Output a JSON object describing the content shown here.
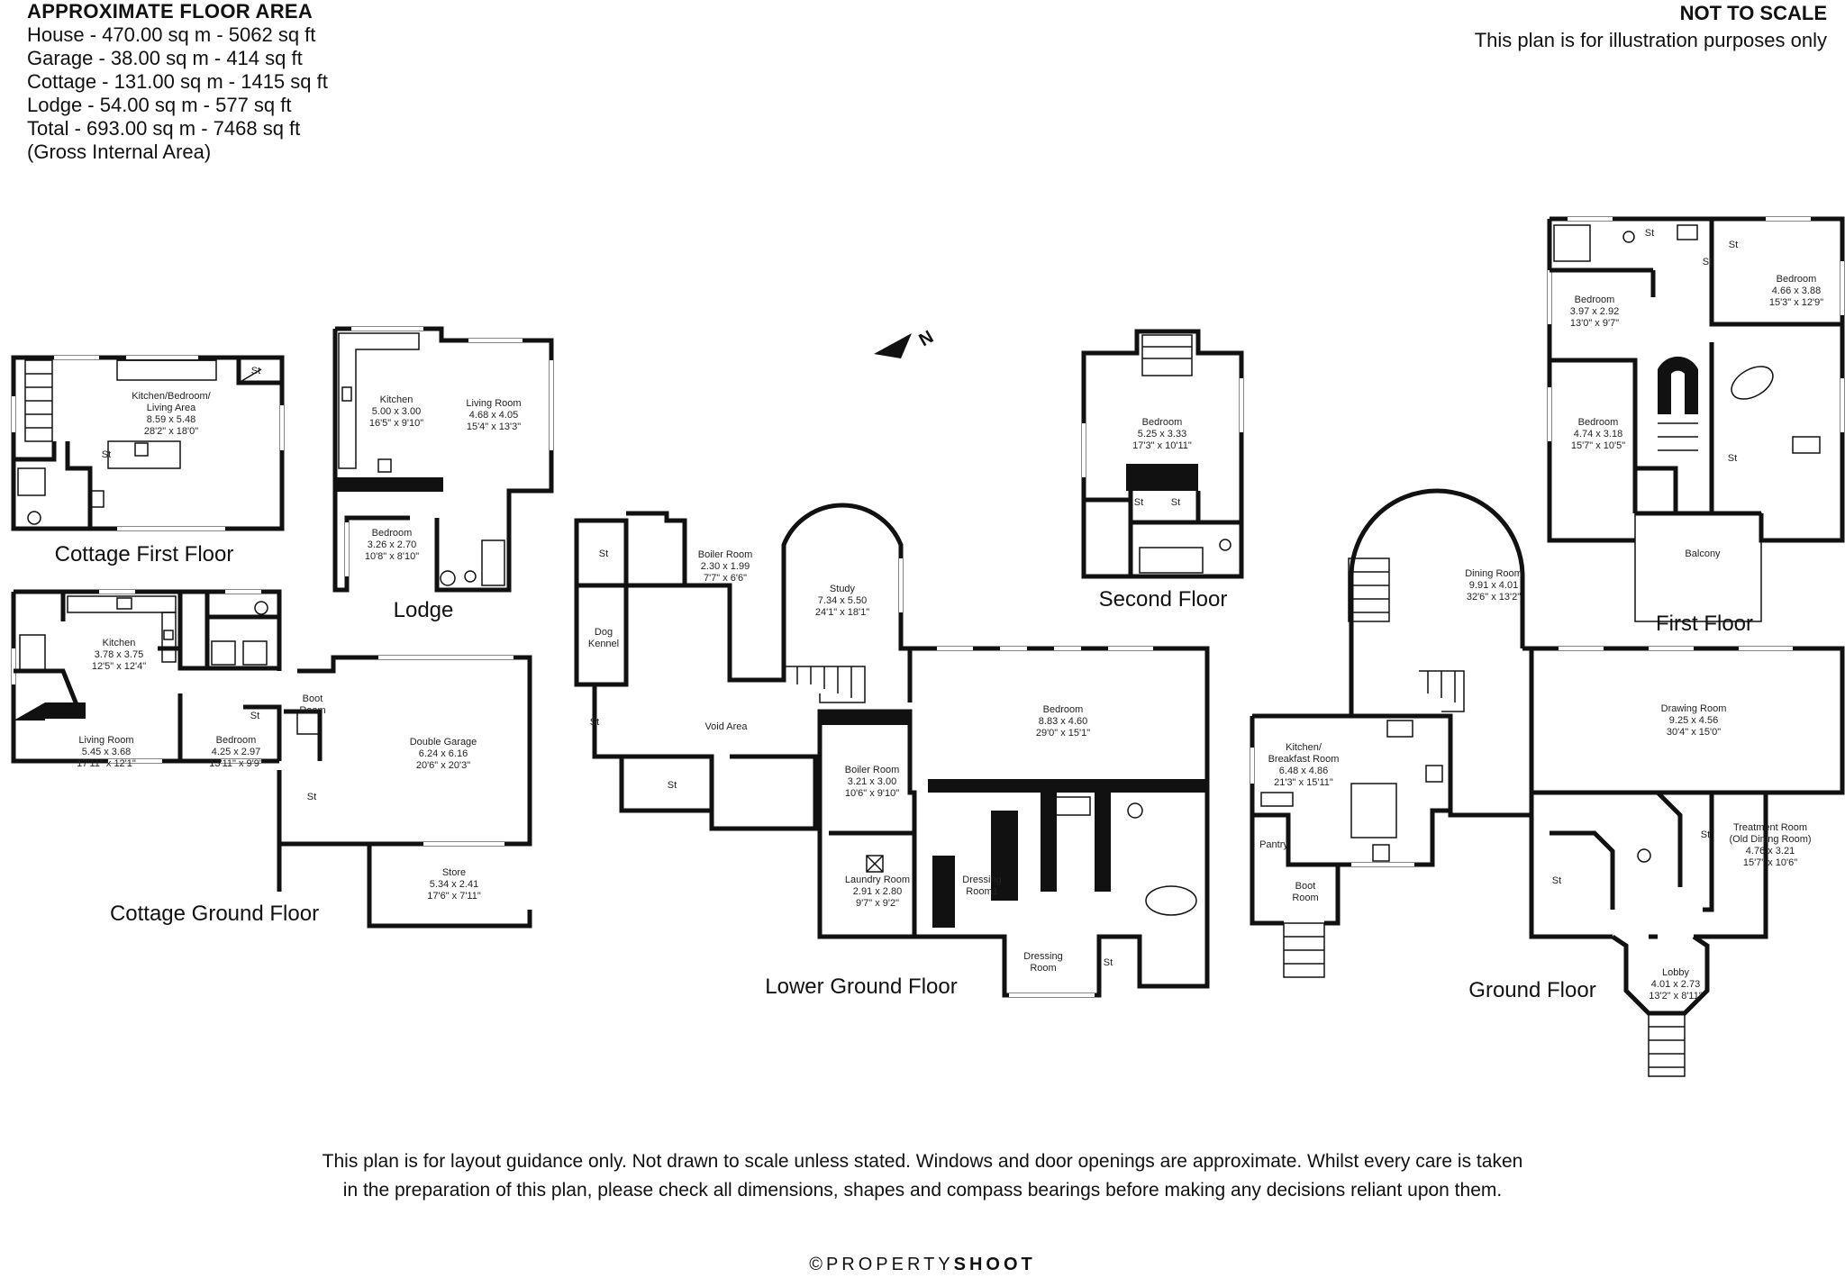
{
  "header": {
    "title": "APPROXIMATE FLOOR AREA",
    "lines": [
      "House - 470.00 sq m - 5062 sq ft",
      "Garage - 38.00 sq m - 414 sq ft",
      "Cottage - 131.00 sq m - 1415 sq ft",
      "Lodge - 54.00 sq m - 577 sq ft",
      "Total - 693.00 sq m - 7468 sq ft",
      "(Gross Internal Area)"
    ]
  },
  "notice": {
    "title": "NOT TO SCALE",
    "subtitle": "This plan is for illustration purposes only"
  },
  "floors": {
    "cottage_first": "Cottage First Floor",
    "lodge": "Lodge",
    "cottage_ground": "Cottage Ground Floor",
    "lower_ground": "Lower Ground Floor",
    "second": "Second Floor",
    "ground": "Ground Floor",
    "first": "First Floor"
  },
  "rooms": {
    "cf_kitchen": [
      "Kitchen/Bedroom/",
      "Living Area",
      "8.59 x 5.48",
      "28'2\" x 18'0\""
    ],
    "lodge_kitchen": [
      "Kitchen",
      "5.00 x 3.00",
      "16'5\" x 9'10\""
    ],
    "lodge_living": [
      "Living Room",
      "4.68 x 4.05",
      "15'4\" x 13'3\""
    ],
    "lodge_bedroom": [
      "Bedroom",
      "3.26 x 2.70",
      "10'8\" x 8'10\""
    ],
    "cg_kitchen": [
      "Kitchen",
      "3.78 x 3.75",
      "12'5\" x 12'4\""
    ],
    "cg_living": [
      "Living Room",
      "5.45 x 3.68",
      "17'11\" x 12'1\""
    ],
    "cg_bedroom": [
      "Bedroom",
      "4.25 x 2.97",
      "13'11\" x 9'9\""
    ],
    "cg_boot": [
      "Boot",
      "Room"
    ],
    "cg_garage": [
      "Double Garage",
      "6.24 x 6.16",
      "20'6\" x 20'3\""
    ],
    "cg_store": [
      "Store",
      "5.34 x 2.41",
      "17'6\" x 7'11\""
    ],
    "lg_boiler_small": [
      "Boiler Room",
      "2.30 x 1.99",
      "7'7\" x 6'6\""
    ],
    "lg_dog": [
      "Dog",
      "Kennel"
    ],
    "lg_study": [
      "Study",
      "7.34 x 5.50",
      "24'1\" x 18'1\""
    ],
    "lg_void": [
      "Void Area"
    ],
    "lg_boiler": [
      "Boiler Room",
      "3.21 x 3.00",
      "10'6\" x 9'10\""
    ],
    "lg_bedroom": [
      "Bedroom",
      "8.83 x 4.60",
      "29'0\" x 15'1\""
    ],
    "lg_laundry": [
      "Laundry Room",
      "2.91 x 2.80",
      "9'7\" x 9'2\""
    ],
    "lg_dressing1": [
      "Dressing",
      "Room1"
    ],
    "lg_dressing2": [
      "Dressing",
      "Room"
    ],
    "sf_bedroom": [
      "Bedroom",
      "5.25 x 3.33",
      "17'3\" x 10'11\""
    ],
    "gf_dining": [
      "Dining Room",
      "9.91 x 4.01",
      "32'6\" x 13'2\""
    ],
    "gf_kitchen": [
      "Kitchen/",
      "Breakfast Room",
      "6.48 x 4.86",
      "21'3\" x 15'11\""
    ],
    "gf_pantry": [
      "Pantry"
    ],
    "gf_boot": [
      "Boot",
      "Room"
    ],
    "gf_drawing": [
      "Drawing Room",
      "9.25 x 4.56",
      "30'4\" x 15'0\""
    ],
    "gf_treatment": [
      "Treatment Room",
      "(Old Dining Room)",
      "4.76 x 3.21",
      "15'7\" x 10'6\""
    ],
    "gf_lobby": [
      "Lobby",
      "4.01 x 2.73",
      "13'2\" x 8'11\""
    ],
    "ff_bedroom1": [
      "Bedroom",
      "3.97 x 2.92",
      "13'0\" x 9'7\""
    ],
    "ff_bedroom2": [
      "Bedroom",
      "4.66 x 3.88",
      "15'3\" x 12'9\""
    ],
    "ff_bedroom3": [
      "Bedroom",
      "4.74 x 3.18",
      "15'7\" x 10'5\""
    ],
    "ff_balcony": [
      "Balcony"
    ],
    "st": "St"
  },
  "footer": {
    "line1": "This plan is for layout guidance only. Not drawn to scale unless stated. Windows and door openings are approximate. Whilst every care is taken",
    "line2": "in the preparation of this plan, please check all dimensions, shapes and compass bearings before making any decisions reliant upon them."
  },
  "copyright": {
    "symbol": "©",
    "brand_light": "PROPERTY",
    "brand_bold": "SHOOT"
  },
  "compass": "N"
}
